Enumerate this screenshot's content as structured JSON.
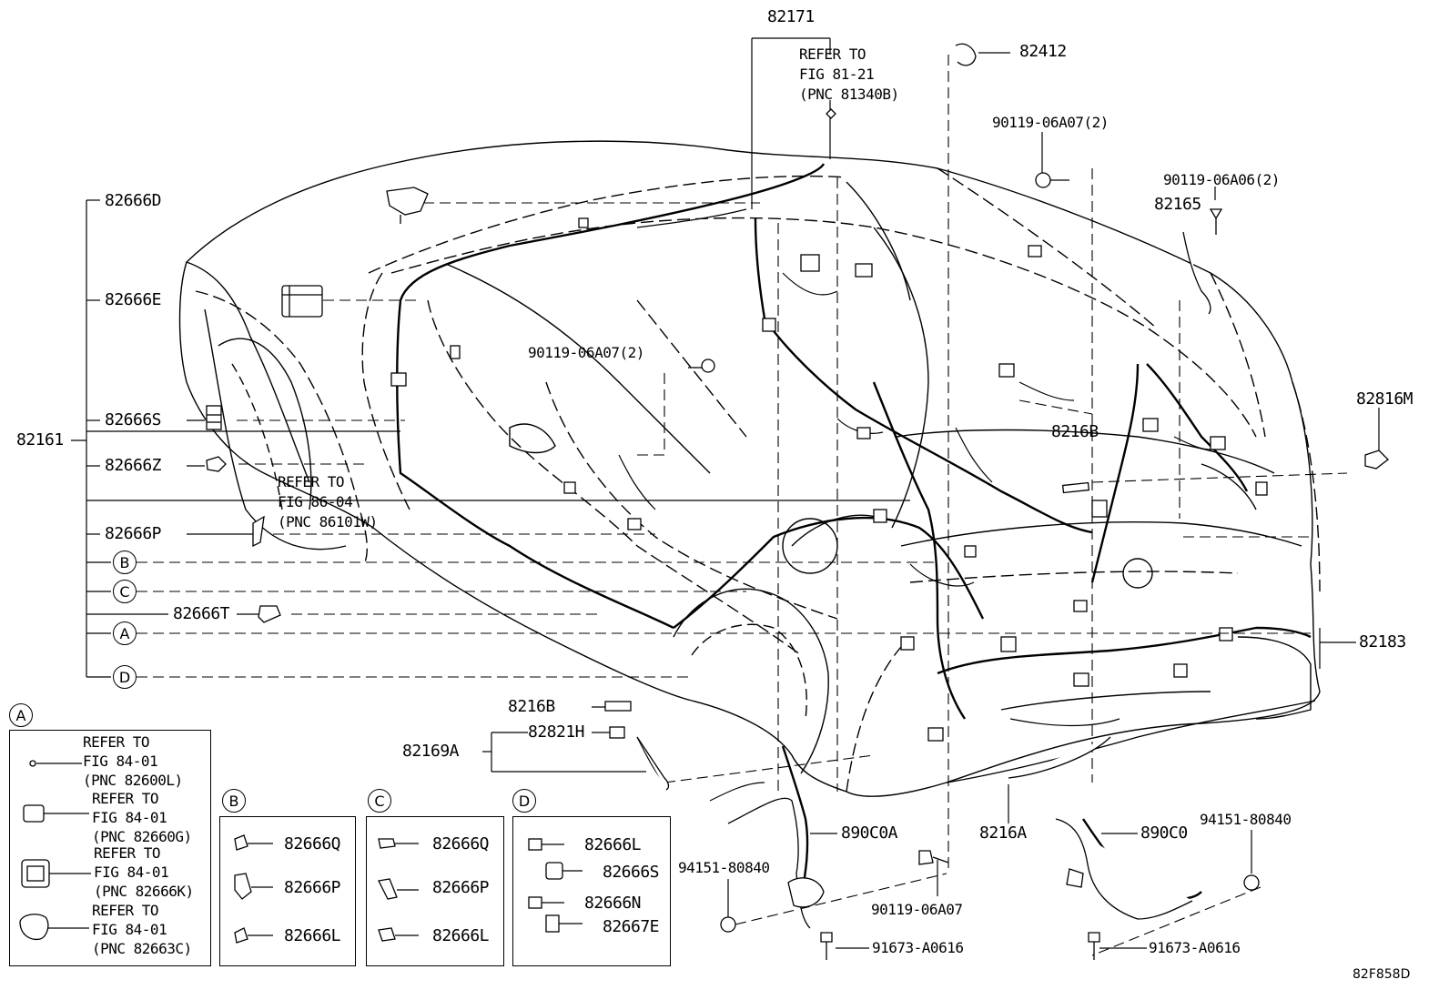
{
  "diagram_id": "82F858D",
  "refs": {
    "fig_81_21": "REFER TO\nFIG 81-21\n(PNC 81340B)",
    "fig_86_04": "REFER TO\nFIG 86-04\n(PNC 86101W)"
  },
  "parts": {
    "p82171": "82171",
    "p82412": "82412",
    "p90119_06A07_2_top": "90119-06A07(2)",
    "p90119_06A06_2": "90119-06A06(2)",
    "p82165": "82165",
    "p82666D": "82666D",
    "p82666E": "82666E",
    "p90119_06A07_2_mid": "90119-06A07(2)",
    "p82666S": "82666S",
    "p82161": "82161",
    "p8216B_top": "8216B",
    "p82816M": "82816M",
    "p82666Z": "82666Z",
    "p82666P": "82666P",
    "p82666T": "82666T",
    "p82183": "82183",
    "p8216B_bottom": "8216B",
    "p82821H": "82821H",
    "p82169A": "82169A",
    "p890C0A": "890C0A",
    "p8216A": "8216A",
    "p890C0": "890C0",
    "p94151_80840_left": "94151-80840",
    "p94151_80840_right": "94151-80840",
    "p90119_06A07_bottom": "90119-06A07",
    "p91673_A0616_left": "91673-A0616",
    "p91673_A0616_right": "91673-A0616"
  },
  "callouts": {
    "B": "B",
    "C": "C",
    "A": "A",
    "D": "D"
  },
  "inset_A": {
    "tag": "A",
    "items": [
      "REFER TO\nFIG 84-01\n(PNC 82600L)",
      "REFER TO\nFIG 84-01\n(PNC 82660G)",
      "REFER TO\nFIG 84-01\n(PNC 82666K)",
      "REFER TO\nFIG 84-01\n(PNC 82663C)"
    ]
  },
  "inset_B": {
    "tag": "B",
    "items": [
      "82666Q",
      "82666P",
      "82666L"
    ]
  },
  "inset_C": {
    "tag": "C",
    "items": [
      "82666Q",
      "82666P",
      "82666L"
    ]
  },
  "inset_D": {
    "tag": "D",
    "items": [
      "82666L",
      "82666S",
      "82666N",
      "82667E"
    ]
  }
}
